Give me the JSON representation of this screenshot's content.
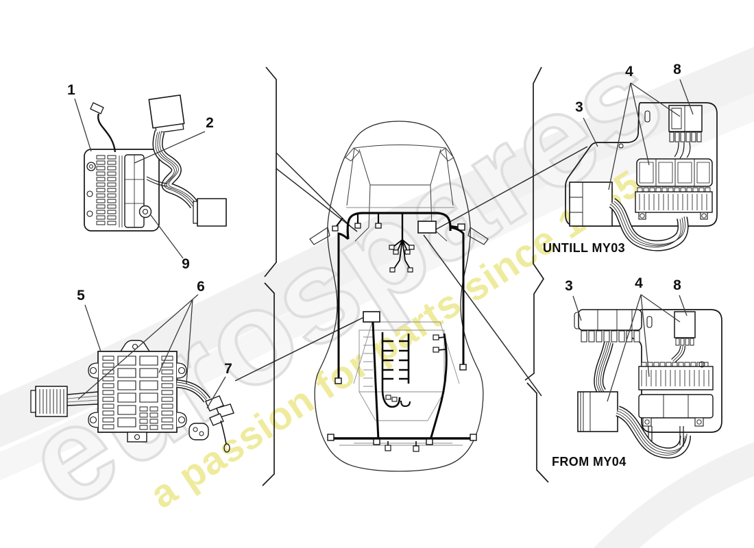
{
  "diagram": {
    "type": "car-electrical-parts-diagram",
    "subject": "wiring harness locations on car top view with detail views"
  },
  "watermark": {
    "brand": "eurospares",
    "tagline": "a passion for parts since 1985",
    "brand_color": "#dedede",
    "tagline_color": "#ede88e"
  },
  "labels": {
    "untill_my03": "UNTILL MY03",
    "from_my04": "FROM MY04"
  },
  "callouts": {
    "c1": "1",
    "c2": "2",
    "c9": "9",
    "c5": "5",
    "c6": "6",
    "c7": "7",
    "c3_top": "3",
    "c4_top": "4",
    "c8_top": "8",
    "c3_bottom": "3",
    "c4_bottom": "4",
    "c8_bottom": "8"
  },
  "colors": {
    "line_art": "#141414",
    "harness": "#080808",
    "leader": "#2a2a2a",
    "background": "#ffffff"
  }
}
